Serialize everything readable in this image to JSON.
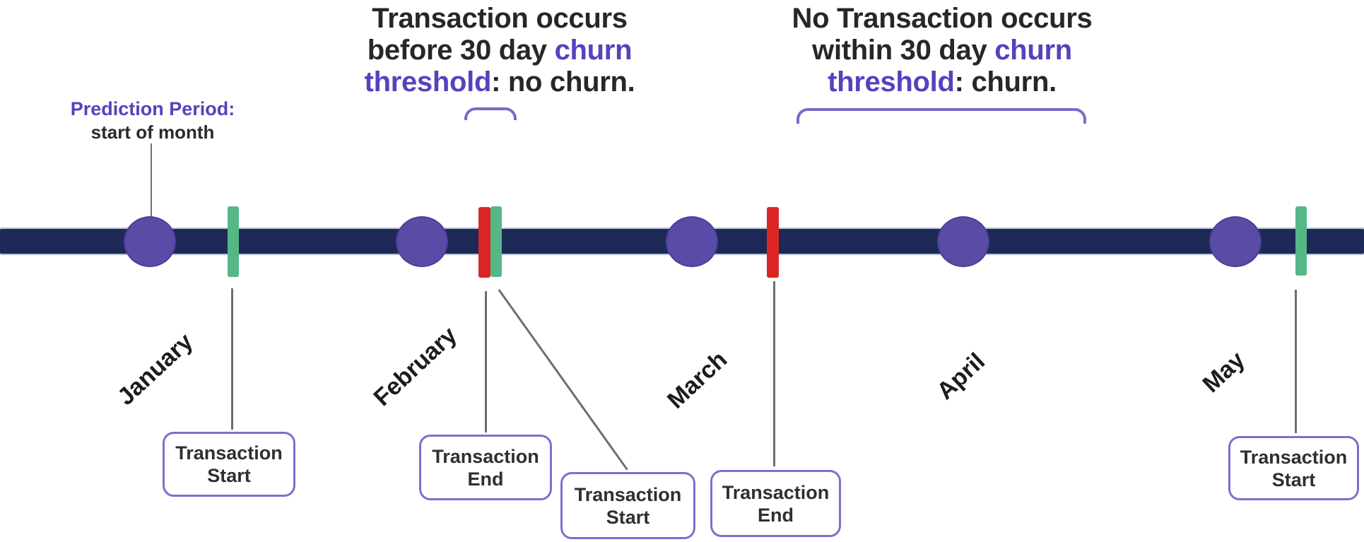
{
  "colors": {
    "timeline_bar": "#1d2956",
    "month_dot_purple": "#5a4ba6",
    "transaction_start_marker_green": "#55b786",
    "transaction_end_marker_red": "#dc2626",
    "accent_purple_text": "#5343bd",
    "box_border_purple": "#7c6fd0",
    "brace_purple": "#7b6ac6",
    "dark_text": "#272727",
    "connector_gray": "#6e6e6e"
  },
  "prediction_label": {
    "line1": "Prediction Period:",
    "line2": "start of month"
  },
  "no_churn_annotation": {
    "line1": "Transaction occurs",
    "line2_dark": "before 30 day",
    "line2_purple": "churn",
    "line3_purple": "threshold",
    "line3_dark": ": no churn."
  },
  "churn_annotation": {
    "line1": "No Transaction occurs",
    "line2_dark": "within 30 day",
    "line2_purple": "churn",
    "line3_purple": "threshold",
    "line3_dark": ": churn."
  },
  "months": [
    {
      "label": "January"
    },
    {
      "label": "February"
    },
    {
      "label": "March"
    },
    {
      "label": "April"
    },
    {
      "label": "May"
    }
  ],
  "event_boxes": [
    {
      "line1": "Transaction",
      "line2": "Start"
    },
    {
      "line1": "Transaction",
      "line2": "End"
    },
    {
      "line1": "Transaction",
      "line2": "Start"
    },
    {
      "line1": "Transaction",
      "line2": "End"
    },
    {
      "line1": "Transaction",
      "line2": "Start"
    }
  ]
}
